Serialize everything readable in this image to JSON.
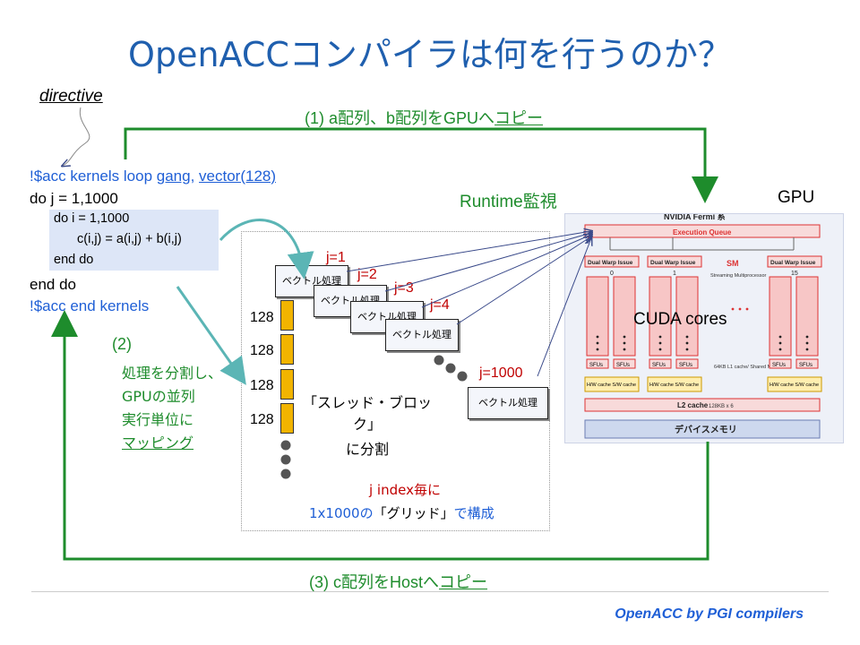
{
  "title": "OpenACCコンパイラは何を行うのか？",
  "directive_label": "directive",
  "code": {
    "line1_prefix": "!$acc kernels loop ",
    "line1_gang": "gang",
    "line1_comma": ", ",
    "line1_vector": "vector(128)",
    "line2": "do j = 1,1000",
    "inner1": "do i = 1,1000",
    "inner2": "c(i,j) = a(i,j) + b(i,j)",
    "inner3": "end do",
    "line6": "end do",
    "line7": "!$acc  end kernels"
  },
  "step1": {
    "prefix": "(1) a配列、b配列をGPUへ",
    "link": "コピー"
  },
  "step2": {
    "num": "(2)",
    "l1": "処理を分割し、",
    "l2": "GPUの並列",
    "l3": "実行単位に",
    "l4": "マッピング"
  },
  "step3": {
    "prefix": "(3) c配列をHostへ",
    "link": "コピー"
  },
  "runtime_label": "Runtime監視",
  "gpu_label": "GPU",
  "cuda_label": "CUDA cores",
  "thread_block_sizes": [
    "128",
    "128",
    "128",
    "128"
  ],
  "j_labels": [
    "j=1",
    "j=2",
    "j=3",
    "j=4",
    "j=1000"
  ],
  "card_label": "ベクトル処理",
  "thread_block_text": {
    "l1": "「スレッド・ブロック」",
    "l2": "に分割"
  },
  "grid_text": {
    "l1": "j index毎に",
    "l2_a": "1x1000の",
    "l2_b": "「グリッド」",
    "l2_c": "で構成"
  },
  "gpu_image": {
    "header": "NVIDIA Fermi 系",
    "exec_queue": "Execution Queue",
    "dual_warp": "Dual Warp Issue",
    "sm": "SM",
    "sm_sub": "Streaming Multiprocessor",
    "sfus": "SFUs",
    "hw_cache": "H/W cache S/W cache",
    "l1": "64KB L1 cache/ Shared Mem",
    "l2": "L2 cache",
    "l2_size": "128KB x 6",
    "device_mem": "デバイスメモリ",
    "idx0": "0",
    "idx1": "1",
    "idx15": "15"
  },
  "footer": "OpenACC by PGI compilers",
  "colors": {
    "title": "#1f5fae",
    "green": "#1e8c2c",
    "red": "#c00000",
    "blue": "#1f5fd6",
    "teal": "#5bb5b5",
    "arrow_blue": "#3a4a8a"
  }
}
